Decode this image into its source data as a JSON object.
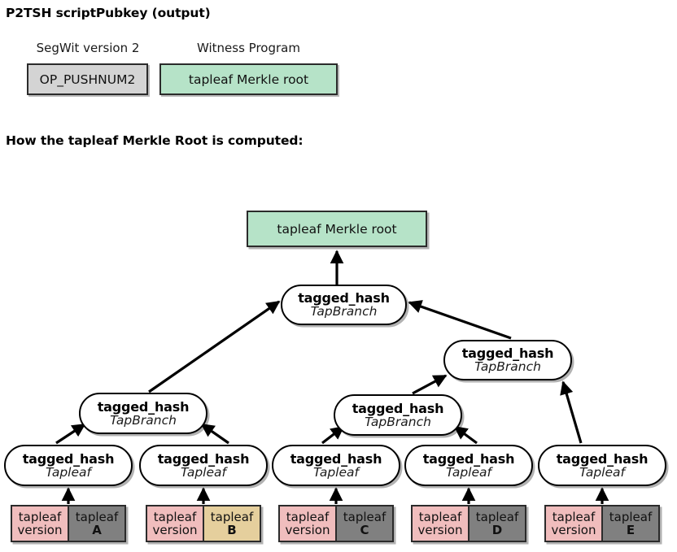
{
  "page": {
    "title_top": "P2TSH scriptPubkey (output)",
    "title_mid": "How the tapleaf Merkle Root is computed:"
  },
  "colors": {
    "green_fill": "#b6e3c8",
    "gray_fill": "#d4d4d4",
    "pink_fill": "#f0bdbd",
    "leaf_gray": "#808080",
    "leaf_tan": "#e5cf9d",
    "outline": "#2b2b2b"
  },
  "scriptpubkey": {
    "fields": [
      {
        "caption": "SegWit version 2",
        "value": "OP_PUSHNUM2",
        "style": "gray"
      },
      {
        "caption": "Witness Program",
        "value": "tapleaf Merkle root",
        "style": "green"
      }
    ]
  },
  "tree": {
    "root_box": {
      "label": "tapleaf Merkle root"
    },
    "branches": [
      {
        "id": "branch-top",
        "line1": "tagged_hash",
        "line2": "TapBranch"
      },
      {
        "id": "branch-right",
        "line1": "tagged_hash",
        "line2": "TapBranch"
      },
      {
        "id": "branch-ab",
        "line1": "tagged_hash",
        "line2": "TapBranch"
      },
      {
        "id": "branch-cd",
        "line1": "tagged_hash",
        "line2": "TapBranch"
      }
    ],
    "leaf_nodes": [
      {
        "id": "leaf-hash-a",
        "line1": "tagged_hash",
        "line2": "Tapleaf"
      },
      {
        "id": "leaf-hash-b",
        "line1": "tagged_hash",
        "line2": "Tapleaf"
      },
      {
        "id": "leaf-hash-c",
        "line1": "tagged_hash",
        "line2": "Tapleaf"
      },
      {
        "id": "leaf-hash-d",
        "line1": "tagged_hash",
        "line2": "Tapleaf"
      },
      {
        "id": "leaf-hash-e",
        "line1": "tagged_hash",
        "line2": "Tapleaf"
      }
    ],
    "leaf_boxes": [
      {
        "id": "leaf-box-a",
        "version_l1": "tapleaf",
        "version_l2": "version",
        "payload_l1": "tapleaf",
        "payload_l2": "A",
        "fill": "#808080"
      },
      {
        "id": "leaf-box-b",
        "version_l1": "tapleaf",
        "version_l2": "version",
        "payload_l1": "tapleaf",
        "payload_l2": "B",
        "fill": "#e5cf9d"
      },
      {
        "id": "leaf-box-c",
        "version_l1": "tapleaf",
        "version_l2": "version",
        "payload_l1": "tapleaf",
        "payload_l2": "C",
        "fill": "#808080"
      },
      {
        "id": "leaf-box-d",
        "version_l1": "tapleaf",
        "version_l2": "version",
        "payload_l1": "tapleaf",
        "payload_l2": "D",
        "fill": "#808080"
      },
      {
        "id": "leaf-box-e",
        "version_l1": "tapleaf",
        "version_l2": "version",
        "payload_l1": "tapleaf",
        "payload_l2": "E",
        "fill": "#808080"
      }
    ]
  }
}
